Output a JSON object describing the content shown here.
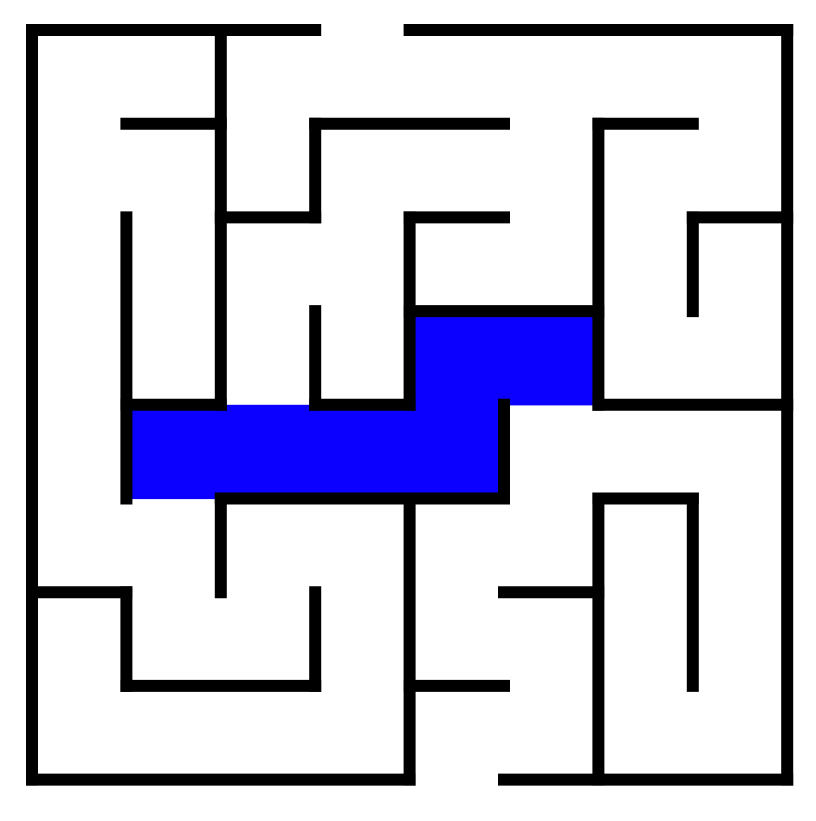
{
  "maze": {
    "rows": 8,
    "cols": 8,
    "colors": {
      "background": "#ffffff",
      "wall": "#000000",
      "highlight": "#0b00ff"
    },
    "openings": [
      {
        "side": "top",
        "col": 3
      },
      {
        "side": "bottom",
        "col": 4
      }
    ],
    "highlighted_cells": [
      {
        "row": 3,
        "col": 4
      },
      {
        "row": 3,
        "col": 5
      },
      {
        "row": 4,
        "col": 1
      },
      {
        "row": 4,
        "col": 2
      },
      {
        "row": 4,
        "col": 3
      },
      {
        "row": 4,
        "col": 4
      }
    ],
    "walls": {
      "horizontal": [
        {
          "row": 0,
          "c0": 0,
          "c1": 3
        },
        {
          "row": 0,
          "c0": 4,
          "c1": 8
        },
        {
          "row": 1,
          "c0": 1,
          "c1": 2
        },
        {
          "row": 1,
          "c0": 3,
          "c1": 5
        },
        {
          "row": 1,
          "c0": 6,
          "c1": 7
        },
        {
          "row": 2,
          "c0": 2,
          "c1": 3
        },
        {
          "row": 2,
          "c0": 4,
          "c1": 5
        },
        {
          "row": 2,
          "c0": 7,
          "c1": 8
        },
        {
          "row": 3,
          "c0": 4,
          "c1": 6
        },
        {
          "row": 4,
          "c0": 1,
          "c1": 2
        },
        {
          "row": 4,
          "c0": 3,
          "c1": 4
        },
        {
          "row": 4,
          "c0": 6,
          "c1": 8
        },
        {
          "row": 5,
          "c0": 2,
          "c1": 5
        },
        {
          "row": 5,
          "c0": 6,
          "c1": 7
        },
        {
          "row": 6,
          "c0": 0,
          "c1": 1
        },
        {
          "row": 6,
          "c0": 5,
          "c1": 6
        },
        {
          "row": 7,
          "c0": 1,
          "c1": 3
        },
        {
          "row": 7,
          "c0": 4,
          "c1": 5
        },
        {
          "row": 8,
          "c0": 0,
          "c1": 4
        },
        {
          "row": 8,
          "c0": 5,
          "c1": 8
        }
      ],
      "vertical": [
        {
          "col": 0,
          "r0": 0,
          "r1": 8
        },
        {
          "col": 8,
          "r0": 0,
          "r1": 8
        },
        {
          "col": 1,
          "r0": 2,
          "r1": 5
        },
        {
          "col": 1,
          "r0": 6,
          "r1": 7
        },
        {
          "col": 2,
          "r0": 0,
          "r1": 4
        },
        {
          "col": 2,
          "r0": 5,
          "r1": 6
        },
        {
          "col": 3,
          "r0": 1,
          "r1": 2
        },
        {
          "col": 3,
          "r0": 3,
          "r1": 4
        },
        {
          "col": 3,
          "r0": 6,
          "r1": 7
        },
        {
          "col": 4,
          "r0": 2,
          "r1": 4
        },
        {
          "col": 4,
          "r0": 5,
          "r1": 8
        },
        {
          "col": 5,
          "r0": 4,
          "r1": 5
        },
        {
          "col": 6,
          "r0": 1,
          "r1": 4
        },
        {
          "col": 6,
          "r0": 5,
          "r1": 8
        },
        {
          "col": 7,
          "r0": 2,
          "r1": 3
        },
        {
          "col": 7,
          "r0": 5,
          "r1": 7
        }
      ]
    }
  }
}
